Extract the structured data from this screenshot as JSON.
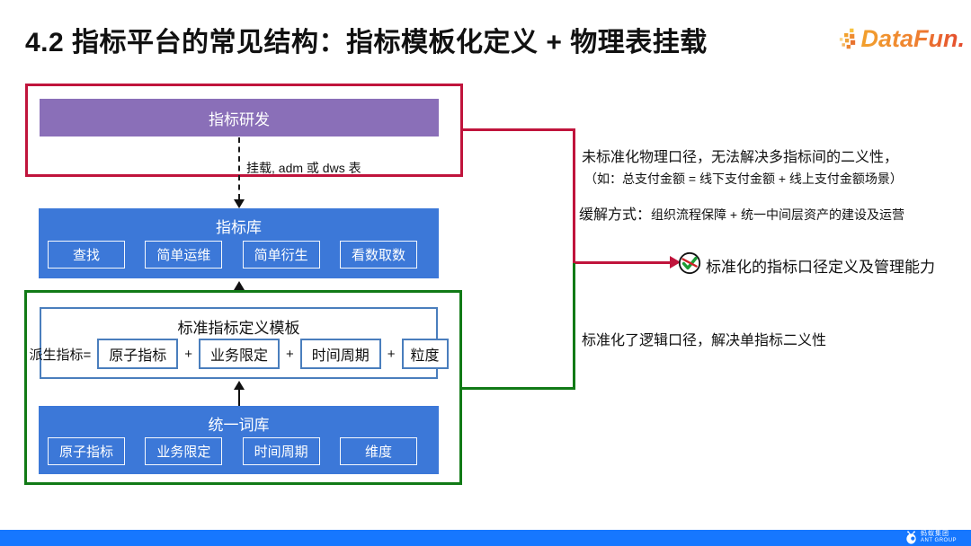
{
  "page": {
    "title": "4.2 指标平台的常见结构：指标模板化定义 + 物理表挂载",
    "brand": "DataFun.",
    "footer": {
      "org_cn": "蚂蚁集团",
      "org_en": "ANT GROUP"
    }
  },
  "diagram": {
    "dev_box": {
      "label": "指标研发"
    },
    "mount_label": "挂载, adm 或 dws 表",
    "metric_store": {
      "title": "指标库",
      "items": [
        "查找",
        "简单运维",
        "简单衍生",
        "看数取数"
      ]
    },
    "template_box": {
      "title": "标准指标定义模板",
      "formula_prefix": "派生指标=",
      "plus": "+",
      "terms": [
        "原子指标",
        "业务限定",
        "时间周期",
        "粒度"
      ]
    },
    "vocab_box": {
      "title": "统一词库",
      "items": [
        "原子指标",
        "业务限定",
        "时间周期",
        "维度"
      ]
    },
    "annotations": {
      "problem_line1": "未标准化物理口径，无法解决多指标间的二义性，",
      "problem_line2": "（如：总支付金额 = 线下支付金额 + 线上支付金额场景）",
      "mitigation_label": "缓解方式：",
      "mitigation_text": "组织流程保障 + 统一中间层资产的建设及运营",
      "goal_text": "标准化的指标口径定义及管理能力",
      "benefit_text": "标准化了逻辑口径，解决单指标二义性"
    },
    "colors": {
      "frame_red": "#c0143c",
      "frame_green": "#117a16",
      "box_blue": "#3c78d8",
      "box_purple": "#8a6fb8",
      "chip_border_blue": "#4a7ebd",
      "footer_blue": "#1677ff"
    }
  }
}
